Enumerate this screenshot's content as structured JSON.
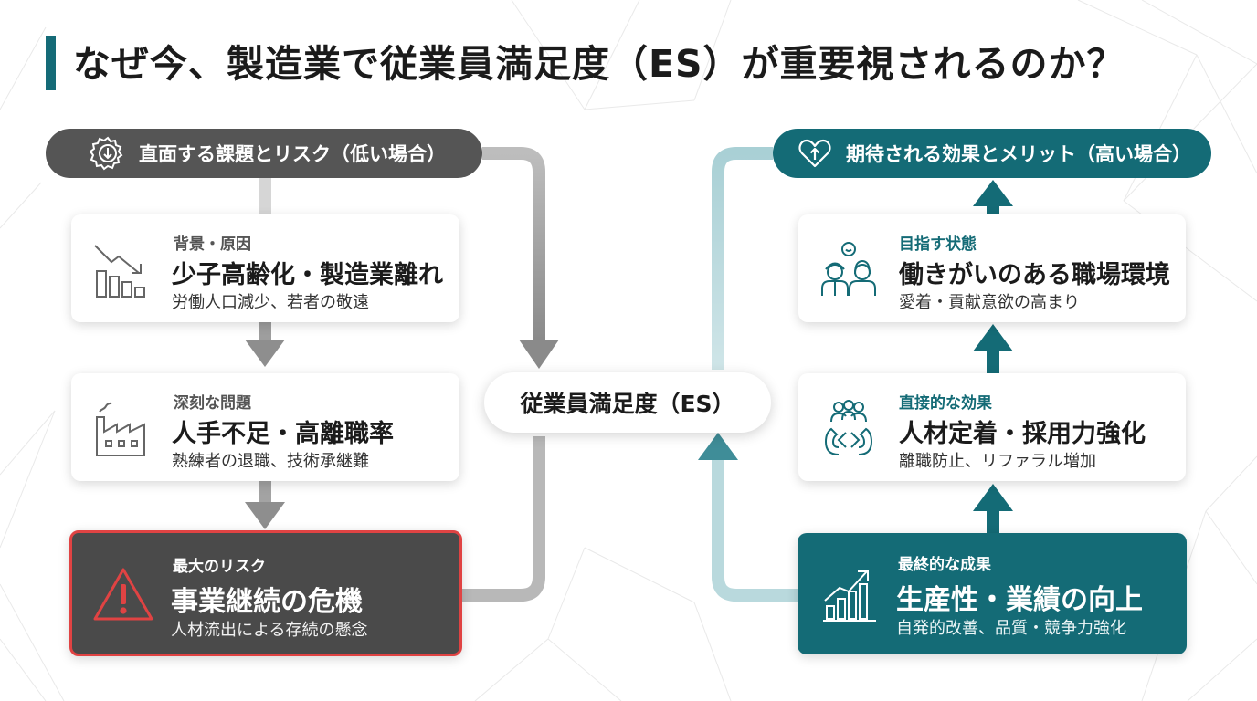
{
  "title": "なぜ今、製造業で従業員満足度（ES）が重要視されるのか？",
  "center": {
    "label": "従業員満足度（ES）"
  },
  "left": {
    "header": "直面する課題とリスク（低い場合）",
    "header_icon": "gear-down-arrow-icon",
    "cards": [
      {
        "label": "背景・原因",
        "heading": "少子高齢化・製造業離れ",
        "sub": "労働人口減少、若者の敬遠",
        "icon": "declining-bar-chart-icon"
      },
      {
        "label": "深刻な問題",
        "heading": "人手不足・高離職率",
        "sub": "熟練者の退職、技術承継難",
        "icon": "factory-icon"
      }
    ],
    "risk": {
      "label": "最大のリスク",
      "heading": "事業継続の危機",
      "sub": "人材流出による存続の懸念",
      "icon": "warning-triangle-icon"
    }
  },
  "right": {
    "header": "期待される効果とメリット（高い場合）",
    "header_icon": "heart-up-arrow-icon",
    "cards": [
      {
        "label": "目指す状態",
        "heading": "働きがいのある職場環境",
        "sub": "愛着・貢献意欲の高まり",
        "icon": "happy-workers-icon"
      },
      {
        "label": "直接的な効果",
        "heading": "人材定着・採用力強化",
        "sub": "離職防止、リファラル増加",
        "icon": "team-magnet-icon"
      }
    ],
    "result": {
      "label": "最終的な成果",
      "heading": "生産性・業績の向上",
      "sub": "自発的改善、品質・競争力強化",
      "icon": "growth-chart-icon"
    }
  },
  "colors": {
    "accent": "#146b76",
    "dark_gray": "#555555",
    "risk_border": "#e04343",
    "risk_bg": "#4a4a4a"
  }
}
